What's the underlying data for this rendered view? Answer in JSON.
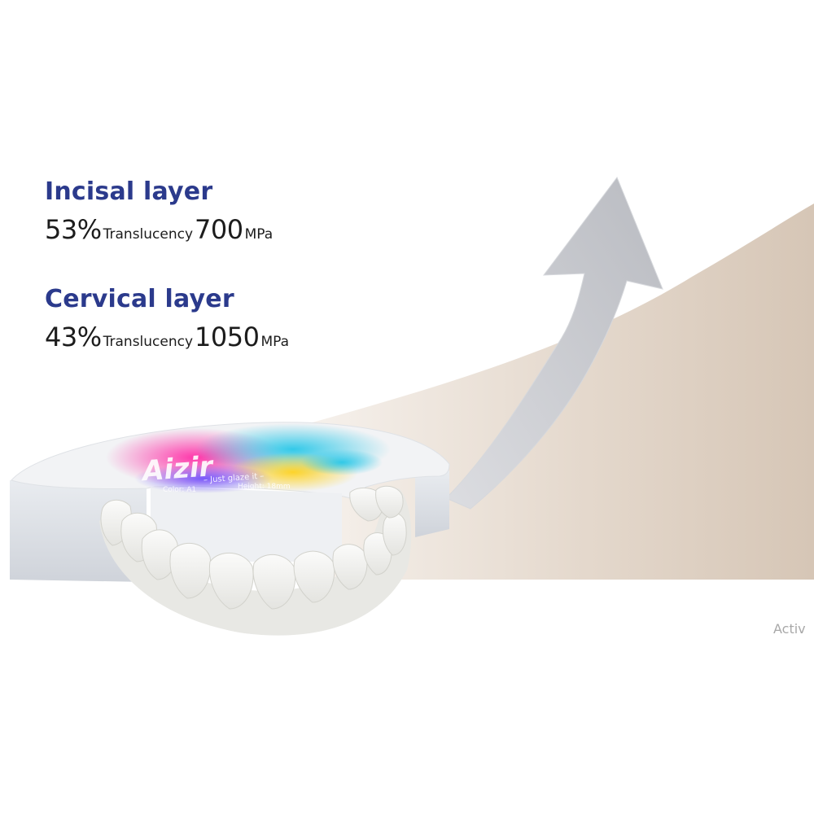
{
  "incisal": {
    "title": "Incisal layer",
    "translucency_value": "53%",
    "translucency_label": "Translucency",
    "strength_value": "700",
    "strength_unit": "MPa"
  },
  "cervical": {
    "title": "Cervical layer",
    "translucency_value": "43%",
    "translucency_label": "Translucency",
    "strength_value": "1050",
    "strength_unit": "MPa"
  },
  "disc": {
    "brand": "Aizir",
    "tagline": "– Just glaze it –",
    "color_label": "Color: A1",
    "height_label": "Height: 18mm"
  },
  "watermark": "Activ",
  "colors": {
    "heading": "#2b3a8c",
    "body_text": "#1c1c1c",
    "background_wedge": "#d9cabd",
    "arrow": "#c5c7cc"
  }
}
